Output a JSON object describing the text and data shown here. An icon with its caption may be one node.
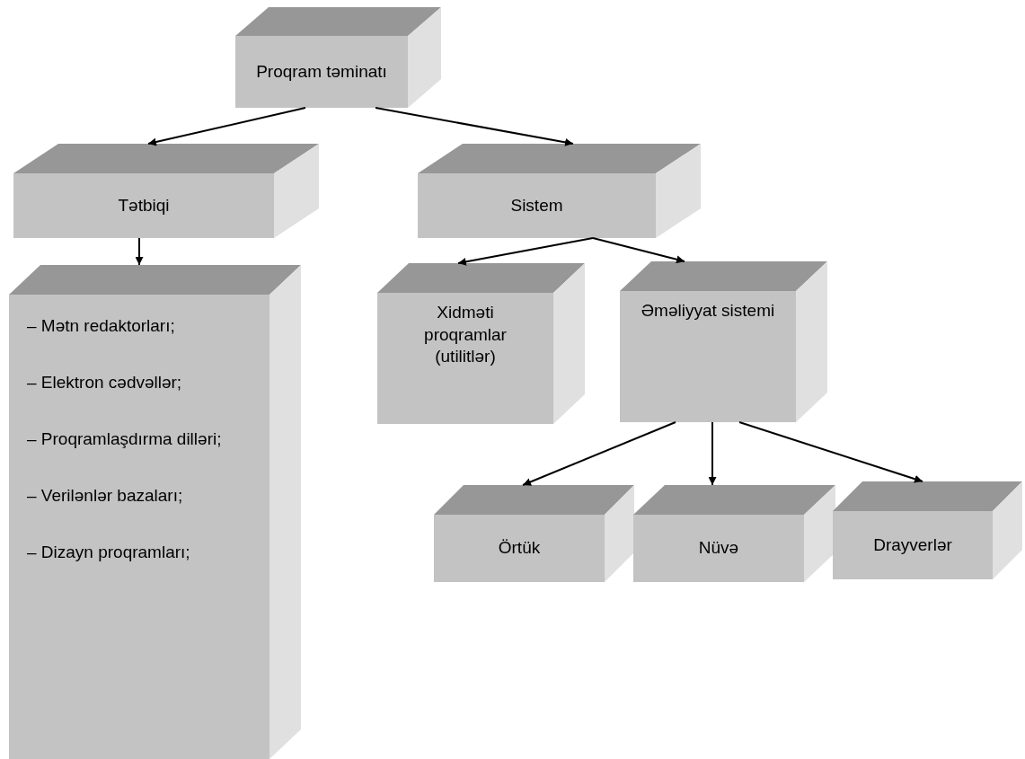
{
  "diagram": {
    "nodes": [
      {
        "text": [
          "Proqram təminatı"
        ]
      },
      {
        "text": [
          "Tətbiqi"
        ]
      },
      {
        "text": [
          "Sistem"
        ]
      },
      {
        "text": [
          "– Mətn redaktorları;",
          "– Elektron cədvəllər;",
          "– Proqramlaşdırma dilləri;",
          "– Verilənlər bazaları;",
          "– Dizayn proqramları;"
        ]
      },
      {
        "text": [
          "Xidməti proqramlar (utilitlər)"
        ]
      },
      {
        "text": [
          "Əməliyyat sistemi"
        ]
      },
      {
        "text": [
          "Örtük"
        ]
      },
      {
        "text": [
          "Nüvə"
        ]
      },
      {
        "text": [
          "Drayverlər"
        ]
      }
    ],
    "edges": [
      {
        "from": 0,
        "to": 1,
        "arrow": "to"
      },
      {
        "from": 0,
        "to": 2,
        "arrow": "to"
      },
      {
        "from": 1,
        "to": 3,
        "arrow": "to"
      },
      {
        "from": 2,
        "to": 4,
        "arrow": "to"
      },
      {
        "from": 2,
        "to": 5,
        "arrow": "to"
      },
      {
        "from": 5,
        "to": 6,
        "arrow": "to"
      },
      {
        "from": 5,
        "to": 7,
        "arrow": "to"
      },
      {
        "from": 5,
        "to": 8,
        "arrow": "to"
      }
    ]
  }
}
